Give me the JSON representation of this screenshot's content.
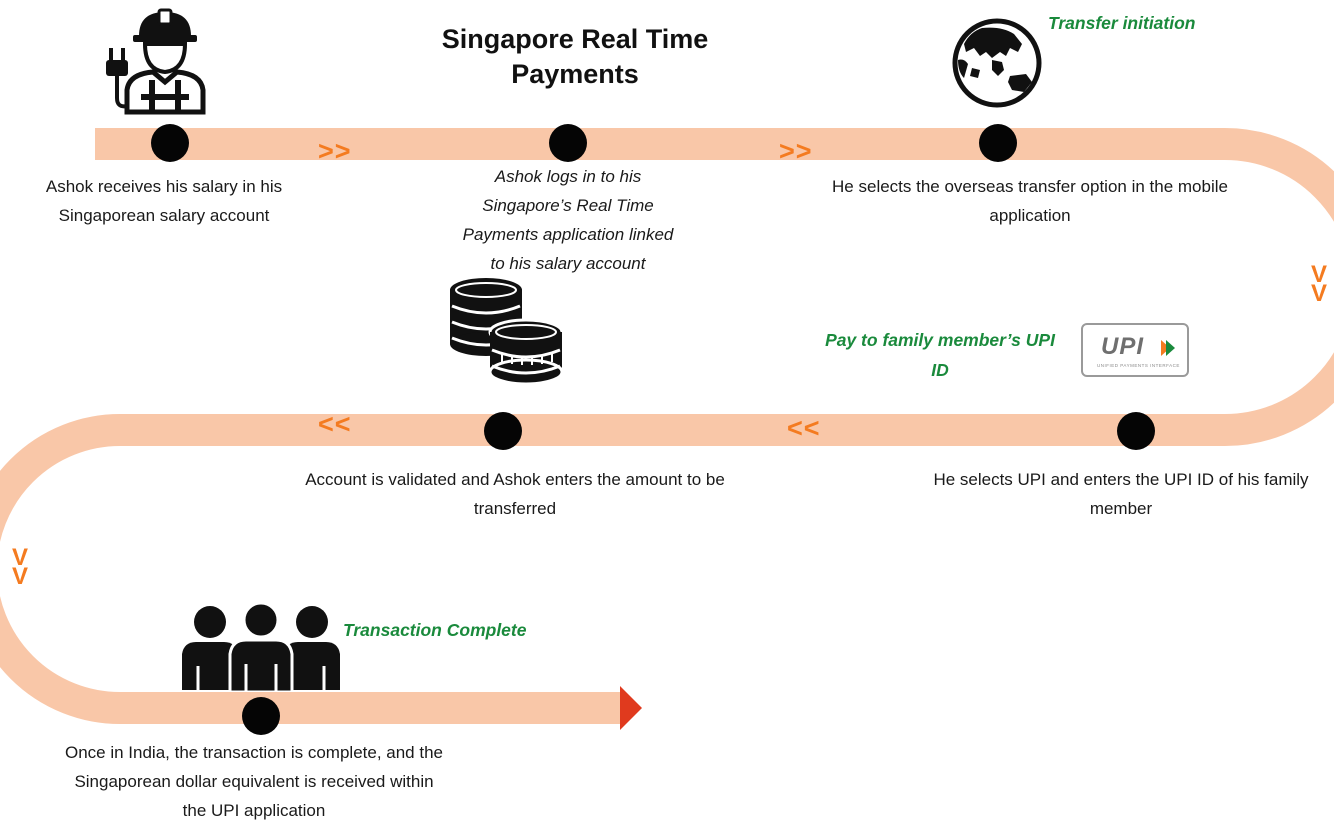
{
  "title": "Singapore Real Time Payments",
  "steps": [
    {
      "text": "Ashok receives his salary in his Singaporean salary account"
    },
    {
      "text": "Ashok logs in to his Singapore’s Real Time Payments application linked to his salary account"
    },
    {
      "text": "He selects the overseas transfer option in the mobile application"
    },
    {
      "text": "He selects UPI and  enters the UPI ID of his family member"
    },
    {
      "text": "Account is validated and Ashok enters the amount to be transferred"
    },
    {
      "text": "Once in India, the transaction is complete, and the Singaporean dollar equivalent is received within the UPI application"
    }
  ],
  "callouts": {
    "transfer_initiation": "Transfer initiation",
    "pay_to_family": "Pay to family member’s UPI ID",
    "transaction_complete": "Transaction Complete"
  },
  "arrows": {
    "forward": ">>",
    "backward": "<<",
    "down": "V"
  },
  "upi_logo": {
    "text": "UPI",
    "tagline": "UNIFIED PAYMENTS INTERFACE"
  },
  "icons": [
    "worker-icon",
    "globe-icon",
    "coins-icon",
    "upi-logo",
    "family-icon"
  ],
  "colors": {
    "path": "#f9c7a8",
    "arrow": "#f47b20",
    "callout": "#1a8a3c",
    "end_arrow": "#e03a1e",
    "dot": "#050505"
  }
}
